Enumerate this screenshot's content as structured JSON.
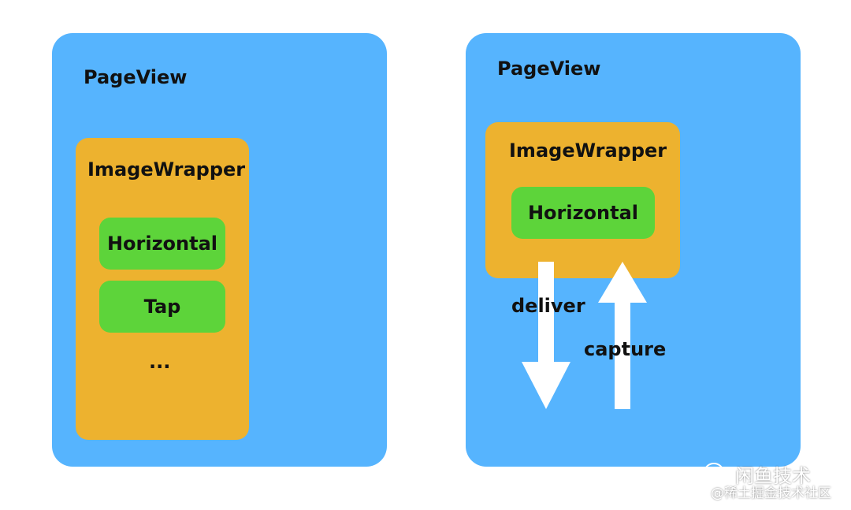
{
  "left_diagram": {
    "page_view_label": "PageView",
    "image_wrapper_label": "ImageWrapper",
    "horizontal_label": "Horizontal",
    "tap_label": "Tap",
    "ellipsis": "..."
  },
  "right_diagram": {
    "page_view_label": "PageView",
    "image_wrapper_label": "ImageWrapper",
    "horizontal_label": "Horizontal",
    "deliver_label": "deliver",
    "capture_label": "capture"
  },
  "watermark": {
    "account_name": "闲鱼技术",
    "community": "@稀土掘金技术社区"
  },
  "colors": {
    "page_view": "#56b4fe",
    "image_wrapper": "#edb22f",
    "gesture": "#5dd43a",
    "arrow": "#ffffff"
  },
  "icons": {
    "watermark_logo": "wechat-icon"
  }
}
